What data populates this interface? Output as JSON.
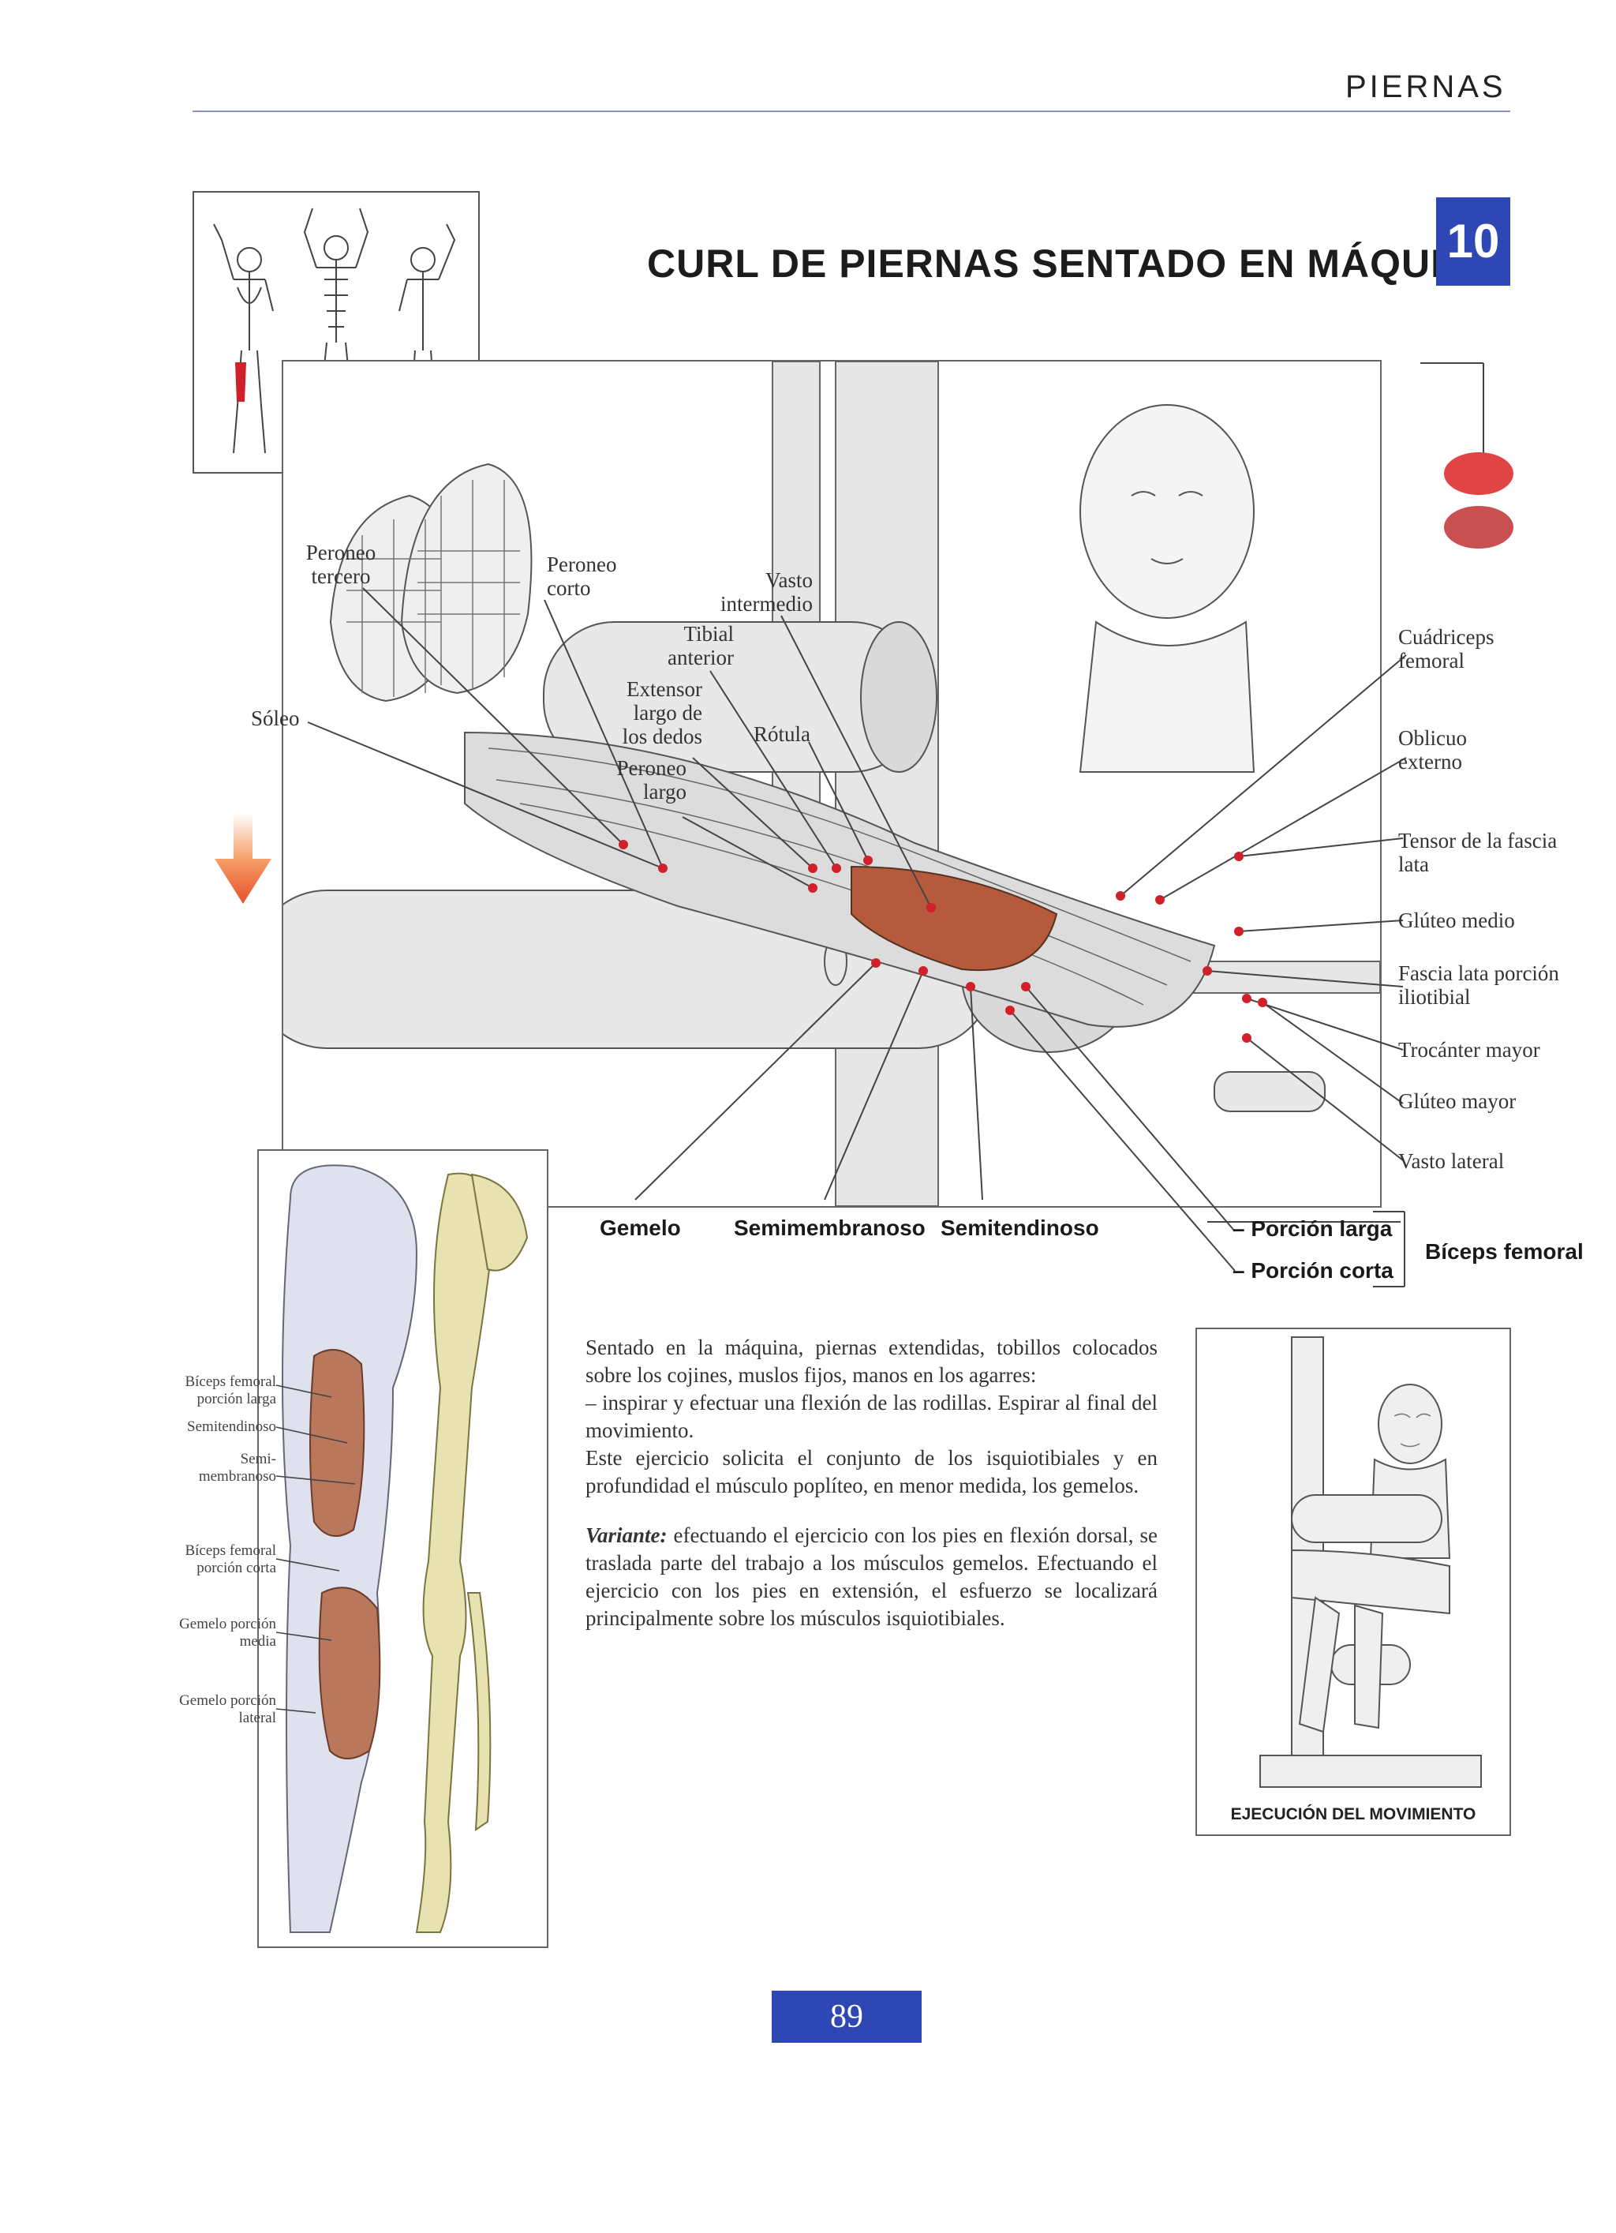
{
  "header": {
    "section": "PIERNAS"
  },
  "exercise": {
    "title": "CURL DE PIERNAS SENTADO EN MÁQUINA",
    "number": "10"
  },
  "diagram_labels": {
    "peroneo_tercero": "Peroneo tercero",
    "peroneo_corto": "Peroneo corto",
    "vasto_intermedio": "Vasto intermedio",
    "tibial_anterior": "Tibial anterior",
    "extensor_largo": "Extensor largo de los dedos",
    "peroneo_largo": "Peroneo largo",
    "rotula": "Rótula",
    "soleo": "Sóleo",
    "cuadriceps": "Cuádriceps femoral",
    "oblicuo": "Oblicuo externo",
    "tensor": "Tensor de la fascia lata",
    "gluteo_medio": "Glúteo medio",
    "fascia_lata": "Fascia lata porción iliotibial",
    "trocanter": "Trocánter mayor",
    "gluteo_mayor": "Glúteo mayor",
    "vasto_lateral": "Vasto lateral"
  },
  "bold_labels": {
    "gemelo": "Gemelo",
    "semimembranoso": "Semimembranoso",
    "semitendinoso": "Semitendinoso",
    "porcion_larga": "– Porción larga",
    "porcion_corta": "– Porción corta",
    "biceps_femoral": "Bíceps femoral"
  },
  "leg_labels": {
    "biceps_larga": "Bíceps femoral porción larga",
    "semitendinoso": "Semitendinoso",
    "semimembranoso": "Semi- membranoso",
    "biceps_corta": "Bíceps femoral porción corta",
    "gemelo_media": "Gemelo porción media",
    "gemelo_lateral": "Gemelo porción lateral"
  },
  "body": {
    "p1": "Sentado en la máquina, piernas extendidas, tobillos colocados sobre los cojines, muslos fijos, manos en los agarres:",
    "p2": "– inspirar y efectuar una flexión de las rodillas. Espirar al final del movimiento.",
    "p3": "Este ejercicio solicita el conjunto de los isquiotibiales y en profundidad el músculo poplíteo, en menor medida, los gemelos.",
    "variant_label": "Variante:",
    "variant_text": " efectuando el ejercicio con los pies en flexión dorsal, se traslada parte del trabajo a los músculos gemelos. Efectuando el ejercicio con los pies en extensión, el esfuerzo se localizará principalmente sobre los músculos isquiotibiales."
  },
  "caption": "EJECUCIÓN DEL MOVIMIENTO",
  "page_number": "89",
  "colors": {
    "accent_blue": "#2f47b4",
    "muscle_red": "#d0212a",
    "arrow_orange": "#f06a2a"
  }
}
